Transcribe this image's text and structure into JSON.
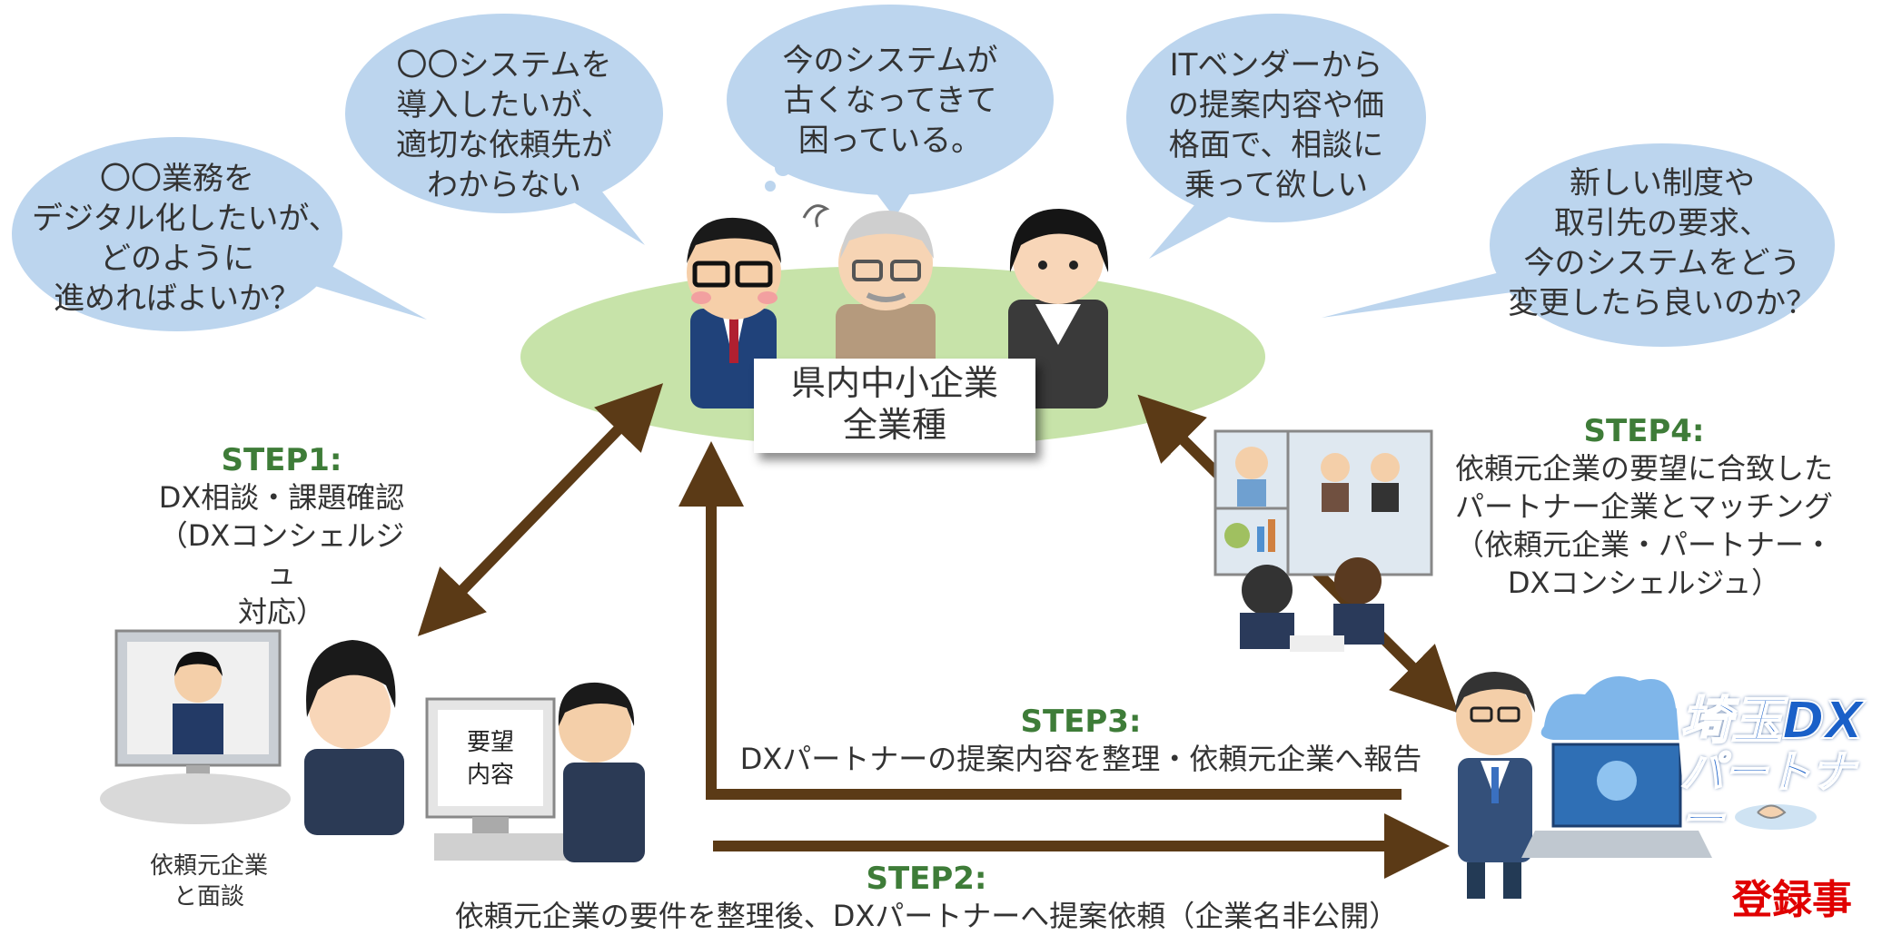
{
  "bubbles": [
    {
      "lines": [
        "〇〇業務を",
        "デジタル化したいが、",
        "どのように",
        "進めればよいか？"
      ]
    },
    {
      "lines": [
        "〇〇システムを",
        "導入したいが、",
        "適切な依頼先が",
        "わからない"
      ]
    },
    {
      "lines": [
        "今のシステムが",
        "古くなってきて",
        "困っている。"
      ]
    },
    {
      "lines": [
        "ITベンダーから",
        "の提案内容や価",
        "格面で、相談に",
        "乗って欲しい"
      ]
    },
    {
      "lines": [
        "新しい制度や",
        "取引先の要求、",
        "今のシステムをどう",
        "変更したら良いのか？"
      ]
    }
  ],
  "center": {
    "line1": "県内中小企業",
    "line2": "全業種"
  },
  "steps": {
    "step1": {
      "title": "STEP1:",
      "lines": [
        "DX相談・課題確認",
        "（DXコンシェルジュ",
        "対応）"
      ]
    },
    "step2": {
      "title": "STEP2:",
      "body": "依頼元企業の要件を整理後、DXパートナーへ提案依頼（企業名非公開）"
    },
    "step3": {
      "title": "STEP3:",
      "body": "DXパートナーの提案内容を整理・依頼元企業へ報告"
    },
    "step4": {
      "title": "STEP4:",
      "lines": [
        "依頼元企業の要望に合致した",
        "パートナー企業とマッチング",
        "（依頼元企業・パートナー・",
        "DXコンシェルジュ）"
      ]
    }
  },
  "interview_label": {
    "line1": "依頼元企業",
    "line2": "と面談"
  },
  "monitor_text": {
    "line1": "要望",
    "line2": "内容"
  },
  "logo": {
    "line1": "埼玉DX",
    "line2": "パートナー"
  },
  "registration_label": "登録事",
  "colors": {
    "bubble": "#bcd5ee",
    "ellipse": "#c7e3a9",
    "arrow": "#5b3a16",
    "step_title": "#3e7c38",
    "registration": "#e00000"
  }
}
